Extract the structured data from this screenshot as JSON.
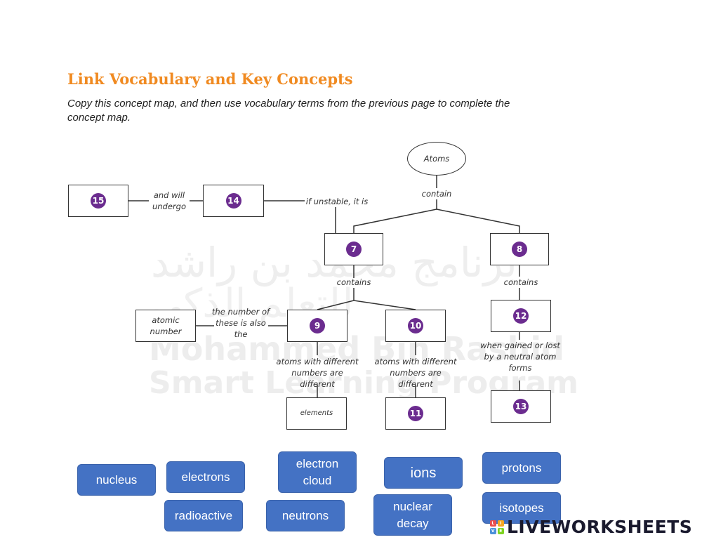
{
  "header": {
    "title": "Link Vocabulary and Key Concepts",
    "instructions": "Copy this concept map, and then use vocabulary terms from the previous page to complete the concept map."
  },
  "watermark": {
    "arabic_line1": "برنامج محمد بن راشد",
    "arabic_line2": "للتعلم الذكي",
    "english_line1": "Mohammed Bin Rashid",
    "english_line2": "Smart Learning Program"
  },
  "concept_map": {
    "root": "Atoms",
    "links": {
      "contain_root": "contain",
      "will_undergo": "and will undergo",
      "if_unstable": "if unstable, it is",
      "contains_left": "contains",
      "contains_right": "contains",
      "number_also": "the number of these is also the",
      "atoms_diff_9": "atoms with different numbers are different",
      "atoms_diff_10": "atoms with different numbers are different",
      "gained_lost": "when gained or lost by a neutral atom forms"
    },
    "filled": {
      "atomic_number": "atomic number",
      "elements": "elements"
    },
    "blanks": {
      "b15": "15",
      "b14": "14",
      "b7": "7",
      "b8": "8",
      "b9": "9",
      "b10": "10",
      "b11": "11",
      "b12": "12",
      "b13": "13"
    }
  },
  "word_bank": {
    "nucleus": "nucleus",
    "electrons": "electrons",
    "electron_cloud_line1": "electron",
    "electron_cloud_line2": "cloud",
    "ions": "ions",
    "protons": "protons",
    "radioactive": "radioactive",
    "neutrons": "neutrons",
    "nuclear_decay_line1": "nuclear",
    "nuclear_decay_line2": "decay",
    "isotopes": "isotopes"
  },
  "brand": {
    "name": "LIVEWORKSHEETS",
    "logo_letters": [
      "L",
      "I",
      "V",
      "E"
    ],
    "logo_colors": [
      "#e94e4e",
      "#f5a623",
      "#4a90d9",
      "#7ed321"
    ]
  }
}
